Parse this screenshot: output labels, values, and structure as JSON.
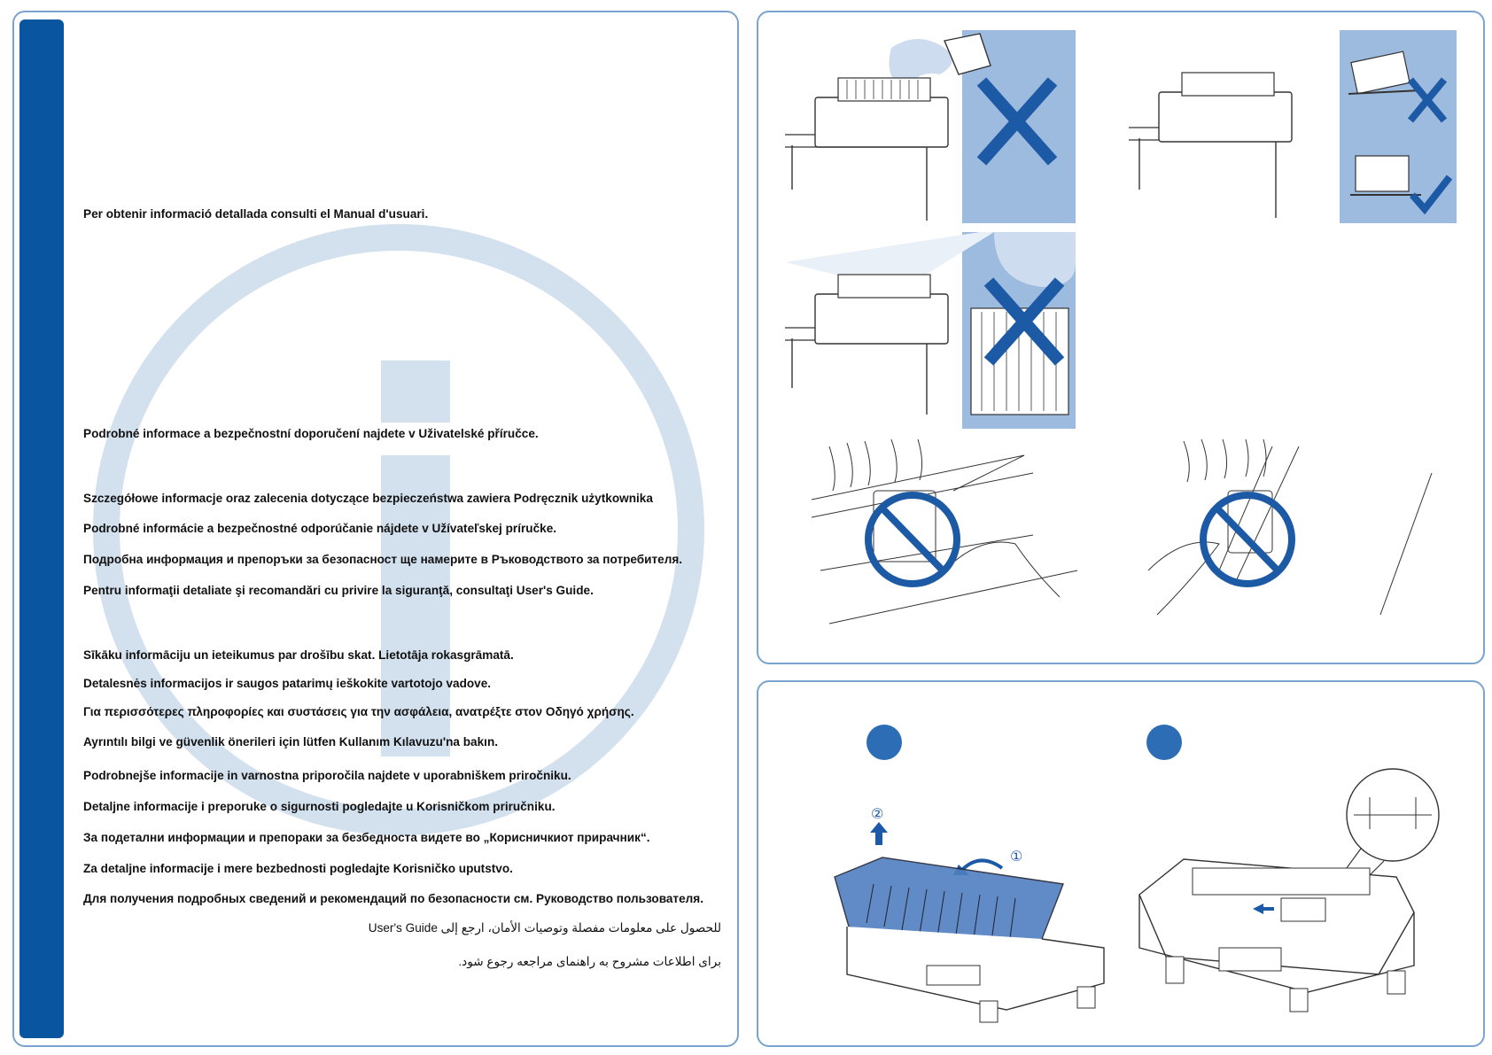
{
  "messages": [
    "Per obtenir informació detallada consulti el Manual d'usuari.",
    "Podrobné informace a bezpečnostní doporučení najdete v Uživatelské příručce.",
    "Szczegółowe informacje oraz zalecenia dotyczące bezpieczeństwa zawiera Podręcznik użytkownika",
    "Podrobné informácie a bezpečnostné odporúčanie nájdete v Užívateľskej príručke.",
    "Подробна информация и препоръки за безопасност ще намерите в Ръководството за потребителя.",
    "Pentru informaţii detaliate şi recomandări cu privire la siguranţă, consultaţi User's Guide.",
    "Sīkāku informāciju un ieteikumus par drošību skat. Lietotāja rokasgrāmatā.",
    "Detalesnės informacijos ir saugos patarimų ieškokite vartotojo vadove.",
    "Για περισσότερες πληροφορίες και συστάσεις για την ασφάλεια, ανατρέξτε στον Οδηγό χρήσης.",
    "Ayrıntılı bilgi ve güvenlik önerileri için lütfen Kullanım Kılavuzu'na bakın.",
    "Podrobnejše informacije in varnostna priporočila najdete v uporabniškem priročniku.",
    "Detaljne informacije i preporuke o sigurnosti pogledajte u Korisničkom priručniku.",
    "За подетални информации и препораки за безбедноста видете во „Корисничкиот прирачник“.",
    "Za detaljne informacije i mere bezbednosti pogledajte Korisničko uputstvo.",
    "Для получения подробных сведений и рекомендаций по безопасности см. Руководство пользователя.",
    "للحصول على معلومات مفصلة وتوصيات الأمان، ارجع إلى User's Guide",
    "برای اطلاعات مشروح به راهنمای مراجعه رجوع شود."
  ],
  "step_markers": [
    "①",
    "②"
  ],
  "colors": {
    "brand_blue": "#0a55a0",
    "watermark": "#d3e0ee",
    "warn_bg": "#9dbadf",
    "accent": "#1d5aa6"
  },
  "icons": [
    "info-watermark-icon",
    "prohibited-x-icon",
    "ok-checkmark-icon",
    "no-touch-icon",
    "arrow-up-icon",
    "curved-arrow-icon"
  ]
}
